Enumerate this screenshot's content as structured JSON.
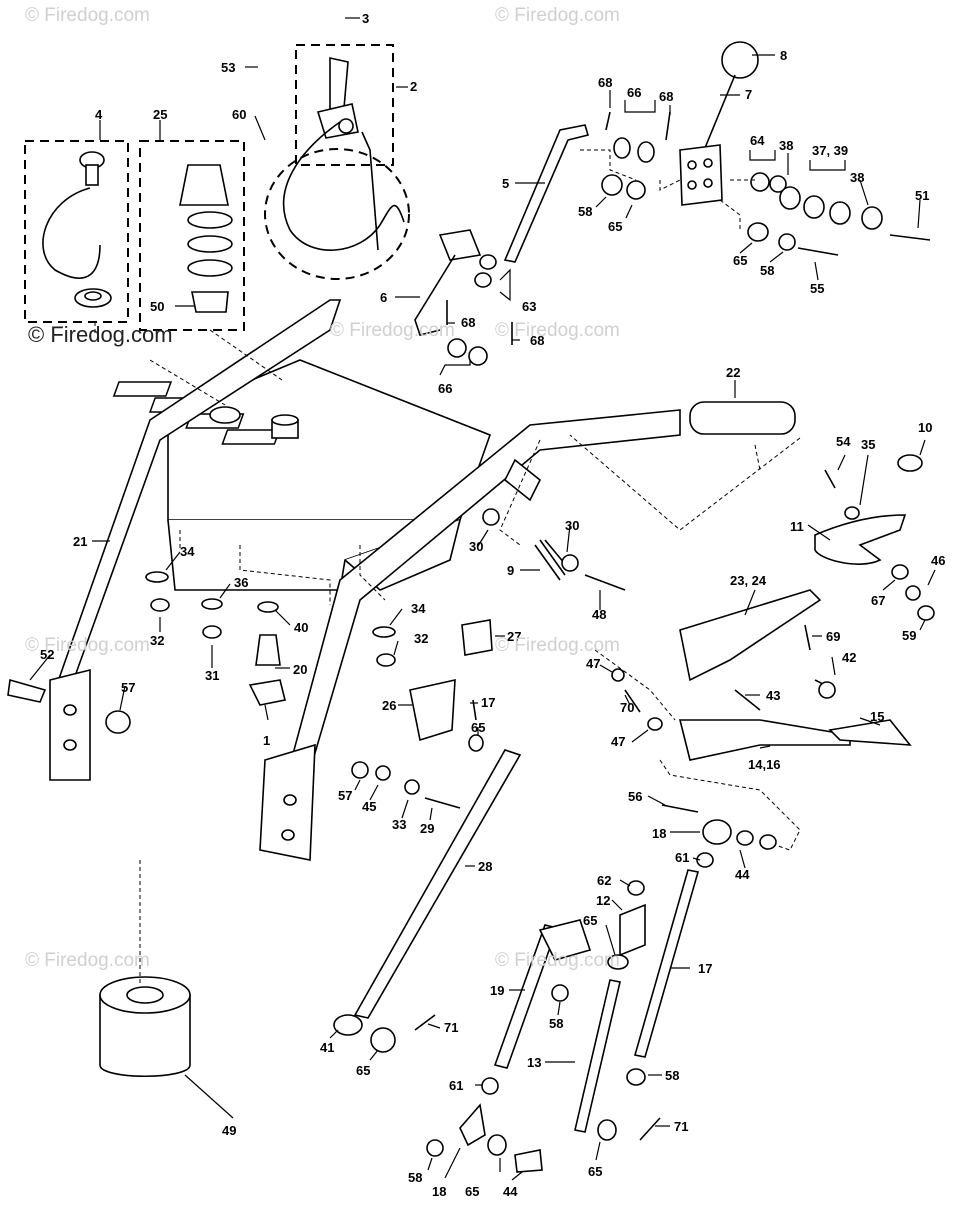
{
  "watermarks": [
    "© Firedog.com",
    "© Firedog.com",
    "© Firedog.com",
    "© Firedog.com",
    "© Firedog.com",
    "© Firedog.com",
    "© Firedog.com",
    "© Firedog.com"
  ],
  "watermark_dark": "© Firedog.com",
  "callouts": {
    "c3": "3",
    "c53": "53",
    "c2": "2",
    "c60": "60",
    "c4": "4",
    "c25": "25",
    "c50": "50",
    "c8": "8",
    "c7": "7",
    "c68a": "68",
    "c66a": "66",
    "c68b": "68",
    "c5": "5",
    "c64": "64",
    "c38a": "38",
    "c3739": "37, 39",
    "c38b": "38",
    "c51": "51",
    "c58a": "58",
    "c65a": "65",
    "c65b": "65",
    "c58b": "58",
    "c55": "55",
    "c6": "6",
    "c63": "63",
    "c68c": "68",
    "c68d": "68",
    "c66b": "66",
    "c22": "22",
    "c10": "10",
    "c54": "54",
    "c35": "35",
    "c11": "11",
    "c46": "46",
    "c67": "67",
    "c59": "59",
    "c2324": "23, 24",
    "c69": "69",
    "c42": "42",
    "c43": "43",
    "c15": "15",
    "c1416": "14,16",
    "c47a": "47",
    "c70": "70",
    "c47b": "47",
    "c21": "21",
    "c34a": "34",
    "c32a": "32",
    "c36": "36",
    "c40": "40",
    "c31": "31",
    "c20": "20",
    "c1": "1",
    "c52": "52",
    "c57a": "57",
    "c34b": "34",
    "c32b": "32",
    "c30a": "30",
    "c30b": "30",
    "c9": "9",
    "c48": "48",
    "c27": "27",
    "c26": "26",
    "c17a": "17",
    "c65c": "65",
    "c57b": "57",
    "c45": "45",
    "c33": "33",
    "c29": "29",
    "c28": "28",
    "c56": "56",
    "c18a": "18",
    "c61a": "61",
    "c44a": "44",
    "c62": "62",
    "c12": "12",
    "c65d": "65",
    "c17b": "17",
    "c19": "19",
    "c58c": "58",
    "c13": "13",
    "c58d": "58",
    "c61b": "61",
    "c41": "41",
    "c65e": "65",
    "c71a": "71",
    "c71b": "71",
    "c65f": "65",
    "c58e": "58",
    "c18b": "18",
    "c65g": "65",
    "c44b": "44",
    "c49": "49"
  }
}
